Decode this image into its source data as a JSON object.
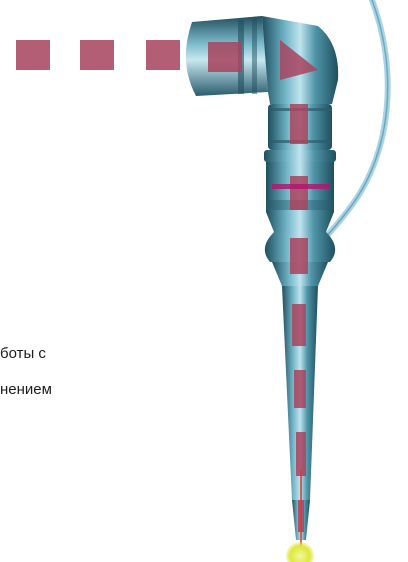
{
  "caption": {
    "line1": "боты с",
    "line2": "нением"
  },
  "colors": {
    "metal_dark": "#1f4f5f",
    "metal_mid": "#4f95a8",
    "metal_light": "#bfe4ee",
    "beam": "#a8435e",
    "beam_center": "#b0186f",
    "beam_core": "#d23a3a",
    "hose": "#a9d4e6",
    "tip_glow": "#dfe83a"
  },
  "icons": {
    "illustration": "robot-laser-head-illustration"
  }
}
